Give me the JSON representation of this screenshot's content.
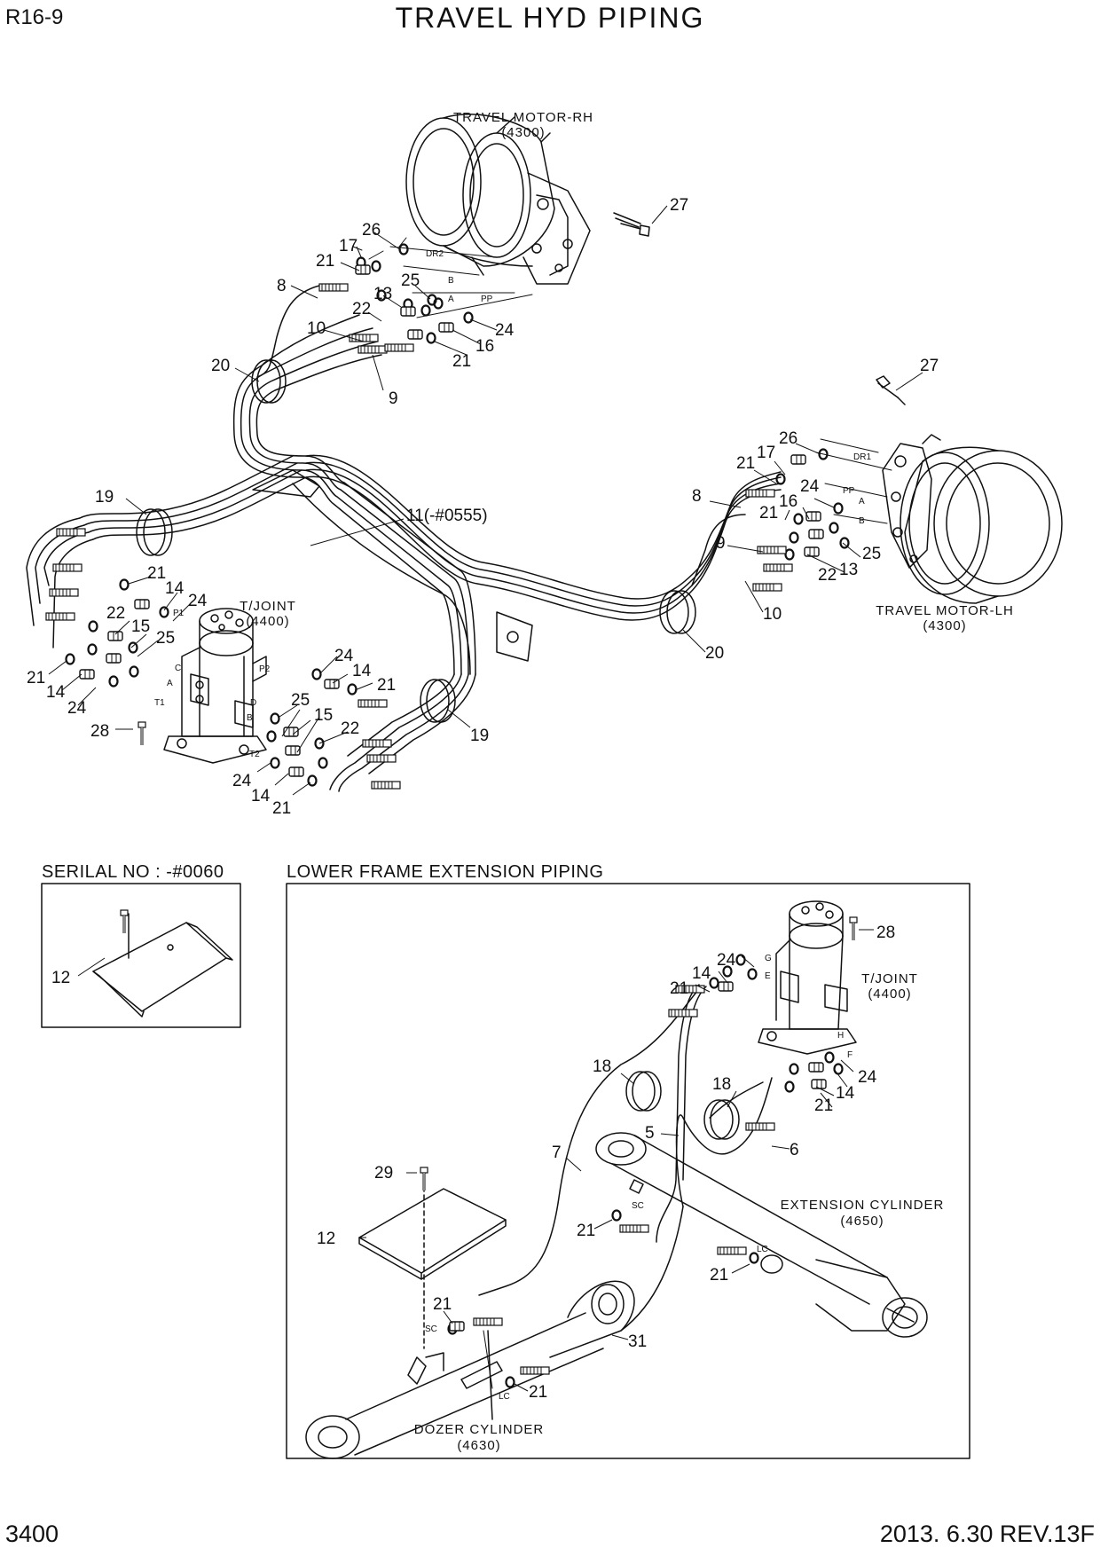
{
  "header": {
    "model": "R16-9",
    "title": "TRAVEL HYD PIPING"
  },
  "footer": {
    "page_number": "3400",
    "date_rev": "2013. 6.30  REV.13F"
  },
  "components": {
    "motor_rh": [
      "TRAVEL MOTOR-RH",
      "(4300)"
    ],
    "motor_lh": [
      "TRAVEL MOTOR-LH",
      "(4300)"
    ],
    "tjoint_main": [
      "T/JOINT",
      "(4400)"
    ],
    "tjoint_ext": [
      "T/JOINT",
      "(4400)"
    ],
    "ext_cyl": [
      "EXTENSION CYLINDER",
      "(4650)"
    ],
    "dozer_cyl": [
      "DOZER CYLINDER",
      "(4630)"
    ]
  },
  "sections": {
    "serial": "SERILAL NO : -#0060",
    "ext_piping": "LOWER FRAME EXTENSION PIPING"
  },
  "port_labels": {
    "dr2": "DR2",
    "b": "B",
    "a": "A",
    "pp_rh": "PP",
    "dr1": "DR1",
    "pp_lh": "PP",
    "a_lh": "A",
    "b_lh": "B",
    "p1": "P1",
    "p2": "P2",
    "c": "C",
    "a_tj": "A",
    "t1": "T1",
    "d": "D",
    "b_tj": "B",
    "t2": "T2",
    "g": "G",
    "e": "E",
    "h": "H",
    "f": "F",
    "sc1": "SC",
    "lc1": "LC",
    "sc2": "SC",
    "lc2": "LC"
  },
  "callouts": {
    "c27a": "27",
    "c26a": "26",
    "c17a": "17",
    "c21a": "21",
    "c8a": "8",
    "c13a": "13",
    "c25a": "25",
    "c22a": "22",
    "c10a": "10",
    "c24a": "24",
    "c16a": "16",
    "c21b": "21",
    "c20a": "20",
    "c9a": "9",
    "c27b": "27",
    "c26b": "26",
    "c17b": "17",
    "c21c": "21",
    "c8b": "8",
    "c24b": "24",
    "c16b": "16",
    "c21d": "21",
    "c9b": "9",
    "c25b": "25",
    "c13b": "13",
    "c22b": "22",
    "c10b": "10",
    "c20b": "20",
    "c19a": "19",
    "c11": "11(-#0555)",
    "c21e": "21",
    "c14a": "14",
    "c24c": "24",
    "c22c": "22",
    "c15a": "15",
    "c25c": "25",
    "c21f": "21",
    "c14b": "14",
    "c24d": "24",
    "c28a": "28",
    "c24e": "24",
    "c14c": "14",
    "c21g": "21",
    "c25d": "25",
    "c15b": "15",
    "c22d": "22",
    "c19b": "19",
    "c24f": "24",
    "c14d": "14",
    "c21h": "21",
    "c12a": "12",
    "c28b": "28",
    "c24g": "24",
    "c14e": "14",
    "c21i": "21",
    "c24h": "24",
    "c14f": "14",
    "c21j": "21",
    "c18a": "18",
    "c18b": "18",
    "c5": "5",
    "c6": "6",
    "c7": "7",
    "c29": "29",
    "c12b": "12",
    "c21k": "21",
    "c21l": "21",
    "c21m": "21",
    "c31": "31",
    "c21n": "21"
  }
}
